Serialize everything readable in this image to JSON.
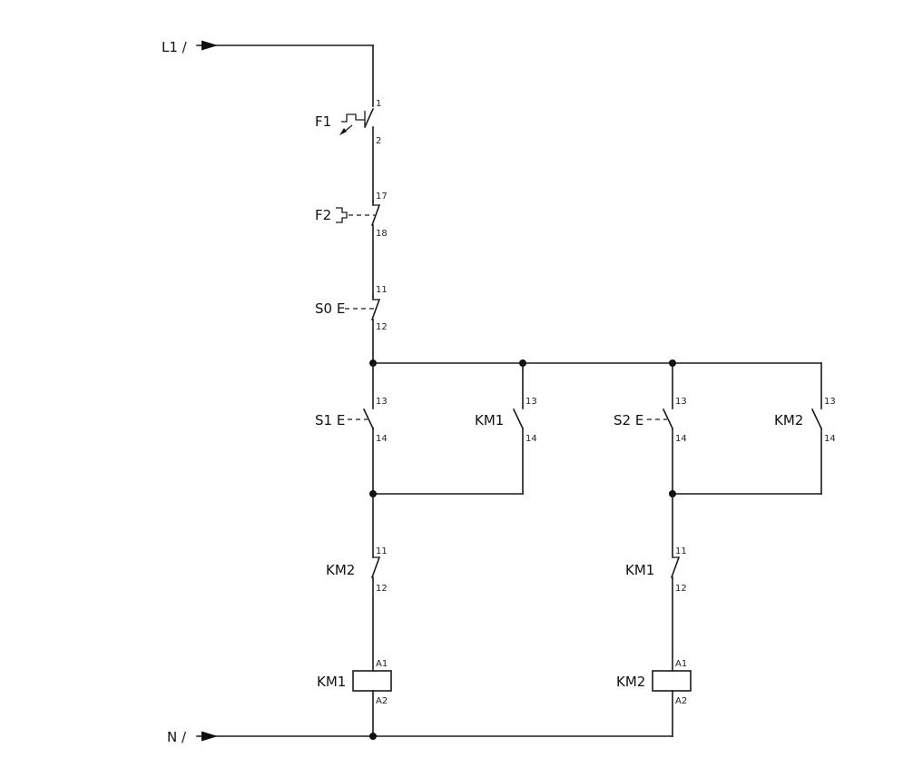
{
  "supply": {
    "l1": "L1 /",
    "n": "N /"
  },
  "f1": {
    "label": "F1",
    "pin_top": "1",
    "pin_bottom": "2"
  },
  "f2": {
    "label": "F2",
    "pin_top": "17",
    "pin_bottom": "18"
  },
  "s0": {
    "label": "S0 E",
    "pin_top": "11",
    "pin_bottom": "12"
  },
  "s1": {
    "label": "S1 E",
    "pin_top": "13",
    "pin_bottom": "14"
  },
  "km1_hold": {
    "label": "KM1",
    "pin_top": "13",
    "pin_bottom": "14"
  },
  "s2": {
    "label": "S2 E",
    "pin_top": "13",
    "pin_bottom": "14"
  },
  "km2_hold": {
    "label": "KM2",
    "pin_top": "13",
    "pin_bottom": "14"
  },
  "km2_interlock": {
    "label": "KM2",
    "pin_top": "11",
    "pin_bottom": "12"
  },
  "km1_interlock": {
    "label": "KM1",
    "pin_top": "11",
    "pin_bottom": "12"
  },
  "km1_coil": {
    "label": "KM1",
    "pin_top": "A1",
    "pin_bottom": "A2"
  },
  "km2_coil": {
    "label": "KM2",
    "pin_top": "A1",
    "pin_bottom": "A2"
  }
}
